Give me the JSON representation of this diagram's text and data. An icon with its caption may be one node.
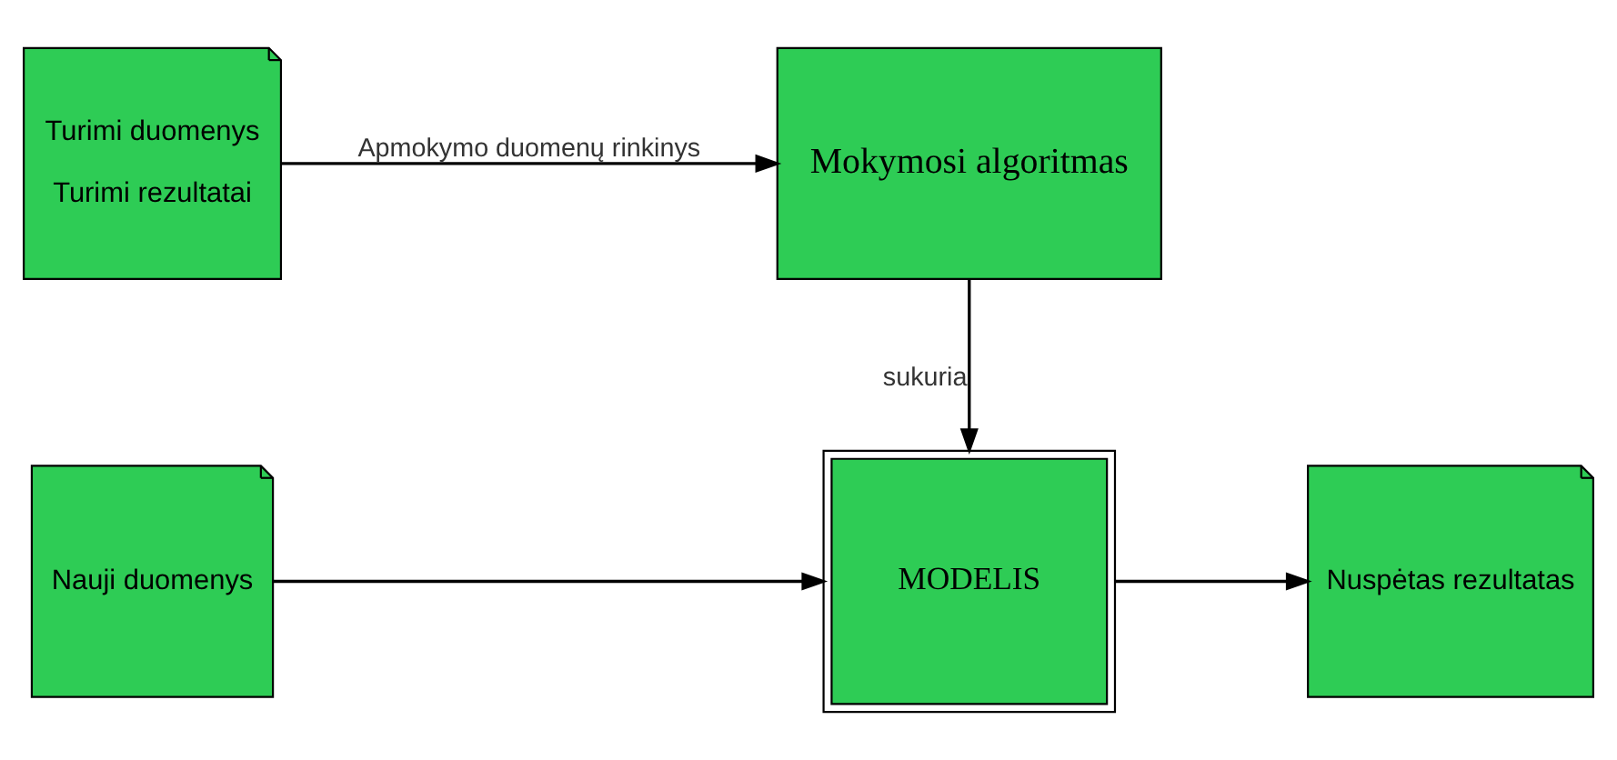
{
  "diagram": {
    "nodes": [
      {
        "text": [
          "Turimi duomenys",
          "Turimi rezultatai"
        ]
      },
      {
        "text": [
          "Mokymosi algoritmas"
        ]
      },
      {
        "text": [
          "Nauji duomenys"
        ]
      },
      {
        "text": [
          "MODELIS"
        ]
      },
      {
        "text": [
          "Nuspėtas rezultatas"
        ]
      }
    ],
    "edges": [
      {
        "from": 0,
        "to": 1,
        "arrow": "to",
        "label": "Apmokymo duomenų rinkinys"
      },
      {
        "from": 1,
        "to": 3,
        "arrow": "to",
        "label": "sukuria"
      },
      {
        "from": 2,
        "to": 3,
        "arrow": "to"
      },
      {
        "from": 3,
        "to": 4,
        "arrow": "to"
      }
    ]
  }
}
